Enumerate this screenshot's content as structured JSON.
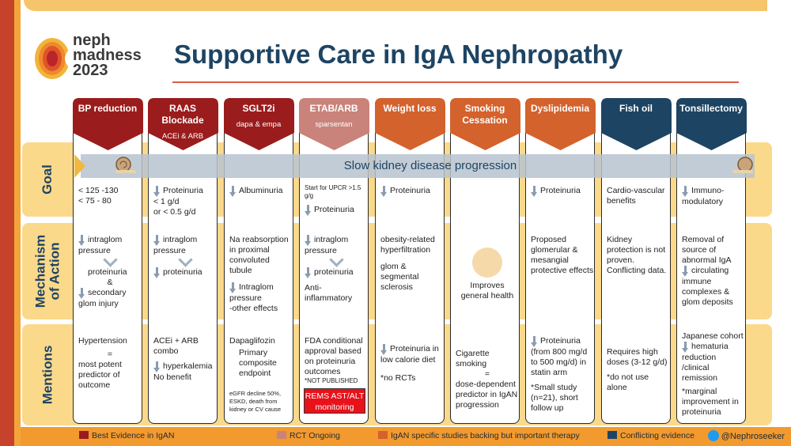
{
  "logo": {
    "line1": "neph",
    "line2": "madness",
    "line3": "2023"
  },
  "title": "Supportive Care in IgA Nephropathy",
  "rows": {
    "goal": "Goal",
    "mechanism": "Mechanism of Action",
    "mentions": "Mentions"
  },
  "goal_banner": "Slow kidney disease progression",
  "colors": {
    "dark_red": "#9b1c1c",
    "rose": "#c9837a",
    "orange": "#d4622d",
    "navy": "#1e4463",
    "band": "#fbd98b"
  },
  "columns": [
    {
      "title": "BP reduction",
      "sub": "",
      "color": "#9b1c1c",
      "goal": [
        "< 125 -130",
        "< 75 - 80"
      ],
      "mech": [
        "intraglom pressure",
        "proteinuria",
        "&",
        "secondary glom injury"
      ],
      "mentions": [
        "Hypertension",
        "=",
        "most potent predictor of outcome"
      ]
    },
    {
      "title": "RAAS Blockade",
      "sub": "ACEi & ARB",
      "color": "#9b1c1c",
      "goal": [
        "Proteinuria",
        "< 1 g/d",
        "or < 0.5 g/d"
      ],
      "mech": [
        "intraglom pressure",
        "proteinuria"
      ],
      "mentions": [
        "ACEi + ARB combo",
        "hyperkalemia",
        "No benefit"
      ]
    },
    {
      "title": "SGLT2i",
      "sub": "dapa & empa",
      "color": "#9b1c1c",
      "goal": [
        "Albuminuria"
      ],
      "mech": [
        "Na reabsorption in proximal convoluted tubule",
        "Intraglom pressure",
        "-other effects"
      ],
      "mentions": [
        "Dapaglifozin",
        "Primary composite endpoint",
        "eGFR decline 50%, ESKD, death from kidney or CV cause"
      ]
    },
    {
      "title": "ETAB/ARB",
      "sub": "sparsentan",
      "color": "#c9837a",
      "goal": [
        "Start for UPCR >1.5 g/g",
        "Proteinuria"
      ],
      "mech": [
        "intraglom pressure",
        "proteinuria",
        "Anti-inflammatory"
      ],
      "mentions": [
        "FDA conditional approval based on proteinuria outcomes",
        "*NOT PUBLISHED",
        "REMS AST/ALT monitoring"
      ]
    },
    {
      "title": "Weight loss",
      "sub": "",
      "color": "#d4622d",
      "goal": [
        "Proteinuria"
      ],
      "mech": [
        "obesity-related hyperfiltration",
        "glom & segmental sclerosis"
      ],
      "mentions": [
        "Proteinuria in low calorie diet",
        "*no RCTs"
      ]
    },
    {
      "title": "Smoking Cessation",
      "sub": "",
      "color": "#d4622d",
      "goal": [],
      "mech": [
        "Improves general health"
      ],
      "mentions": [
        "Cigarette smoking",
        "=",
        "dose-dependent predictor in IgAN progression"
      ]
    },
    {
      "title": "Dyslipidemia",
      "sub": "",
      "color": "#d4622d",
      "goal": [
        "Proteinuria"
      ],
      "mech": [
        "Proposed glomerular & mesangial protective effects"
      ],
      "mentions": [
        "Proteinuria (from 800 mg/d to 500 mg/d) in statin arm",
        "*Small study (n=21), short follow up"
      ]
    },
    {
      "title": "Fish oil",
      "sub": "",
      "color": "#1e4463",
      "goal": [
        "Cardio-vascular benefits"
      ],
      "mech": [
        "Kidney protection is not proven.",
        "Conflicting data."
      ],
      "mentions": [
        "Requires high doses (3-12 g/d)",
        "*do not use alone"
      ]
    },
    {
      "title": "Tonsillectomy",
      "sub": "",
      "color": "#1e4463",
      "goal": [
        "Immuno-modulatory"
      ],
      "mech": [
        "Removal of source of abnormal IgA",
        "circulating immune complexes & glom deposits"
      ],
      "mentions": [
        "Japanese cohort",
        "hematuria reduction /clinical remission",
        "*marginal improvement in proteinuria"
      ]
    }
  ],
  "legend": [
    {
      "label": "Best Evidence in IgAN",
      "color": "#9b1c1c"
    },
    {
      "label": "RCT Ongoing",
      "color": "#c9837a"
    },
    {
      "label": "IgAN specific studies backing but important therapy",
      "color": "#d4622d"
    },
    {
      "label": "Conflicting evidence",
      "color": "#1e4463"
    }
  ],
  "twitter": "@Nephroseeker"
}
